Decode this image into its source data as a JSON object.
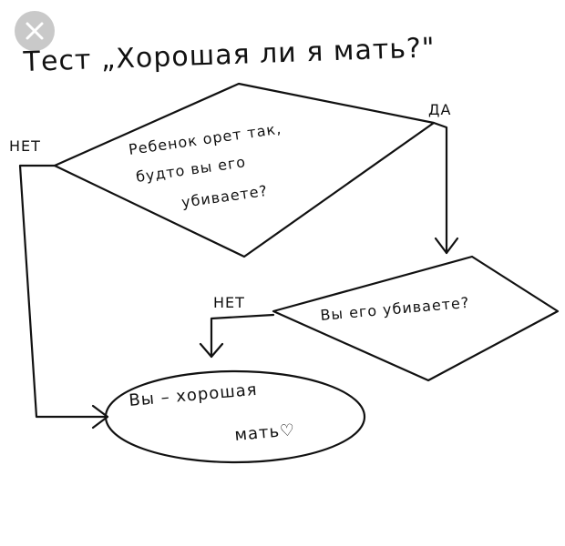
{
  "ui": {
    "close_icon": "close-icon"
  },
  "diagram": {
    "title": "Тест „Хорошая ли я мать?\"",
    "decision1": {
      "lines": [
        "Ребенок орет так,",
        "будто вы его",
        "убиваете?"
      ]
    },
    "decision2": {
      "text": "Вы его убиваете?"
    },
    "terminal": {
      "lines": [
        "Вы – хорошая",
        "мать♡"
      ]
    },
    "labels": {
      "d1_no": "НЕТ",
      "d1_yes": "ДА",
      "d2_no": "НЕТ"
    },
    "colors": {
      "ink": "#111111",
      "background": "#ffffff",
      "close_bg": "#c9c9c9"
    }
  }
}
